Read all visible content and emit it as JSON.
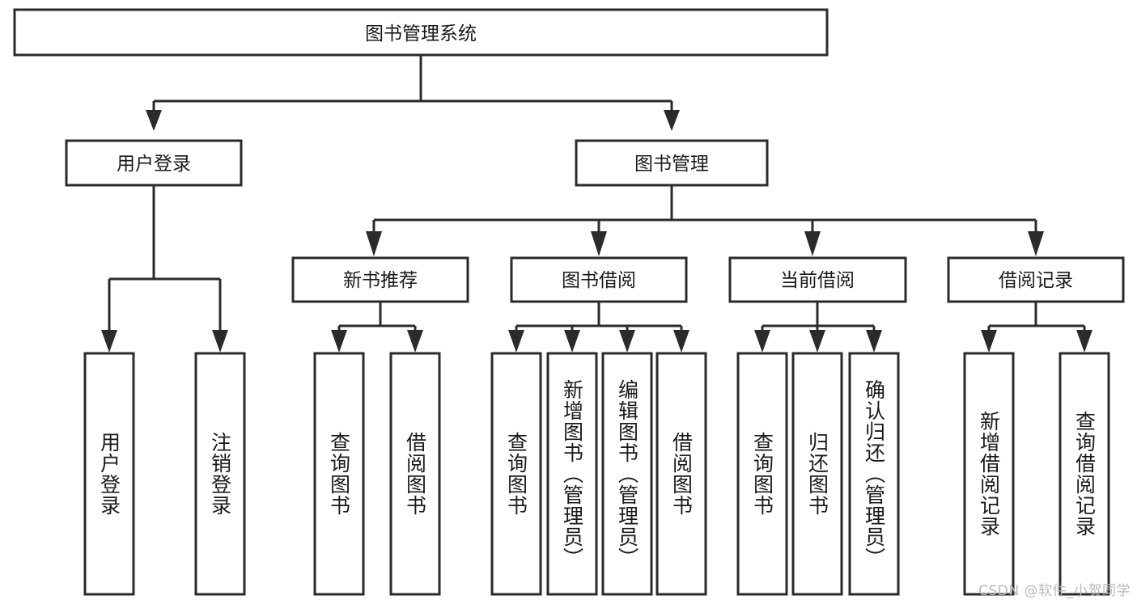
{
  "diagram": {
    "type": "tree-hierarchy",
    "title": "图书管理系统",
    "root": {
      "id": "root",
      "label": "图书管理系统"
    },
    "level1": [
      {
        "id": "user-login",
        "label": "用户登录"
      },
      {
        "id": "book-manage",
        "label": "图书管理"
      }
    ],
    "level2": [
      {
        "id": "new-book-recommend",
        "label": "新书推荐",
        "parent": "book-manage"
      },
      {
        "id": "book-borrow",
        "label": "图书借阅",
        "parent": "book-manage"
      },
      {
        "id": "current-borrow",
        "label": "当前借阅",
        "parent": "book-manage"
      },
      {
        "id": "borrow-record",
        "label": "借阅记录",
        "parent": "book-manage"
      }
    ],
    "leaves": {
      "user-login": [
        {
          "id": "leaf-user-login",
          "label": "用户登录"
        },
        {
          "id": "leaf-user-logout",
          "label": "注销登录"
        }
      ],
      "new-book-recommend": [
        {
          "id": "leaf-query-book-1",
          "label": "查询图书"
        },
        {
          "id": "leaf-borrow-book-1",
          "label": "借阅图书"
        }
      ],
      "book-borrow": [
        {
          "id": "leaf-query-book-2",
          "label": "查询图书"
        },
        {
          "id": "leaf-add-book",
          "label": "新增图书（管理员）"
        },
        {
          "id": "leaf-edit-book",
          "label": "编辑图书（管理员）"
        },
        {
          "id": "leaf-borrow-book-2",
          "label": "借阅图书"
        }
      ],
      "current-borrow": [
        {
          "id": "leaf-query-book-3",
          "label": "查询图书"
        },
        {
          "id": "leaf-return-book",
          "label": "归还图书"
        },
        {
          "id": "leaf-confirm-return",
          "label": "确认归还（管理员）"
        }
      ],
      "borrow-record": [
        {
          "id": "leaf-add-record",
          "label": "新增借阅记录"
        },
        {
          "id": "leaf-query-record",
          "label": "查询借阅记录"
        }
      ]
    },
    "colors": {
      "stroke": "#2b2b2b",
      "fill": "#ffffff",
      "text": "#1a1a1a",
      "watermark": "#b8b8b8",
      "background": "#ffffff"
    }
  },
  "watermark": {
    "text": "CSDN @软件_小贺同学"
  }
}
